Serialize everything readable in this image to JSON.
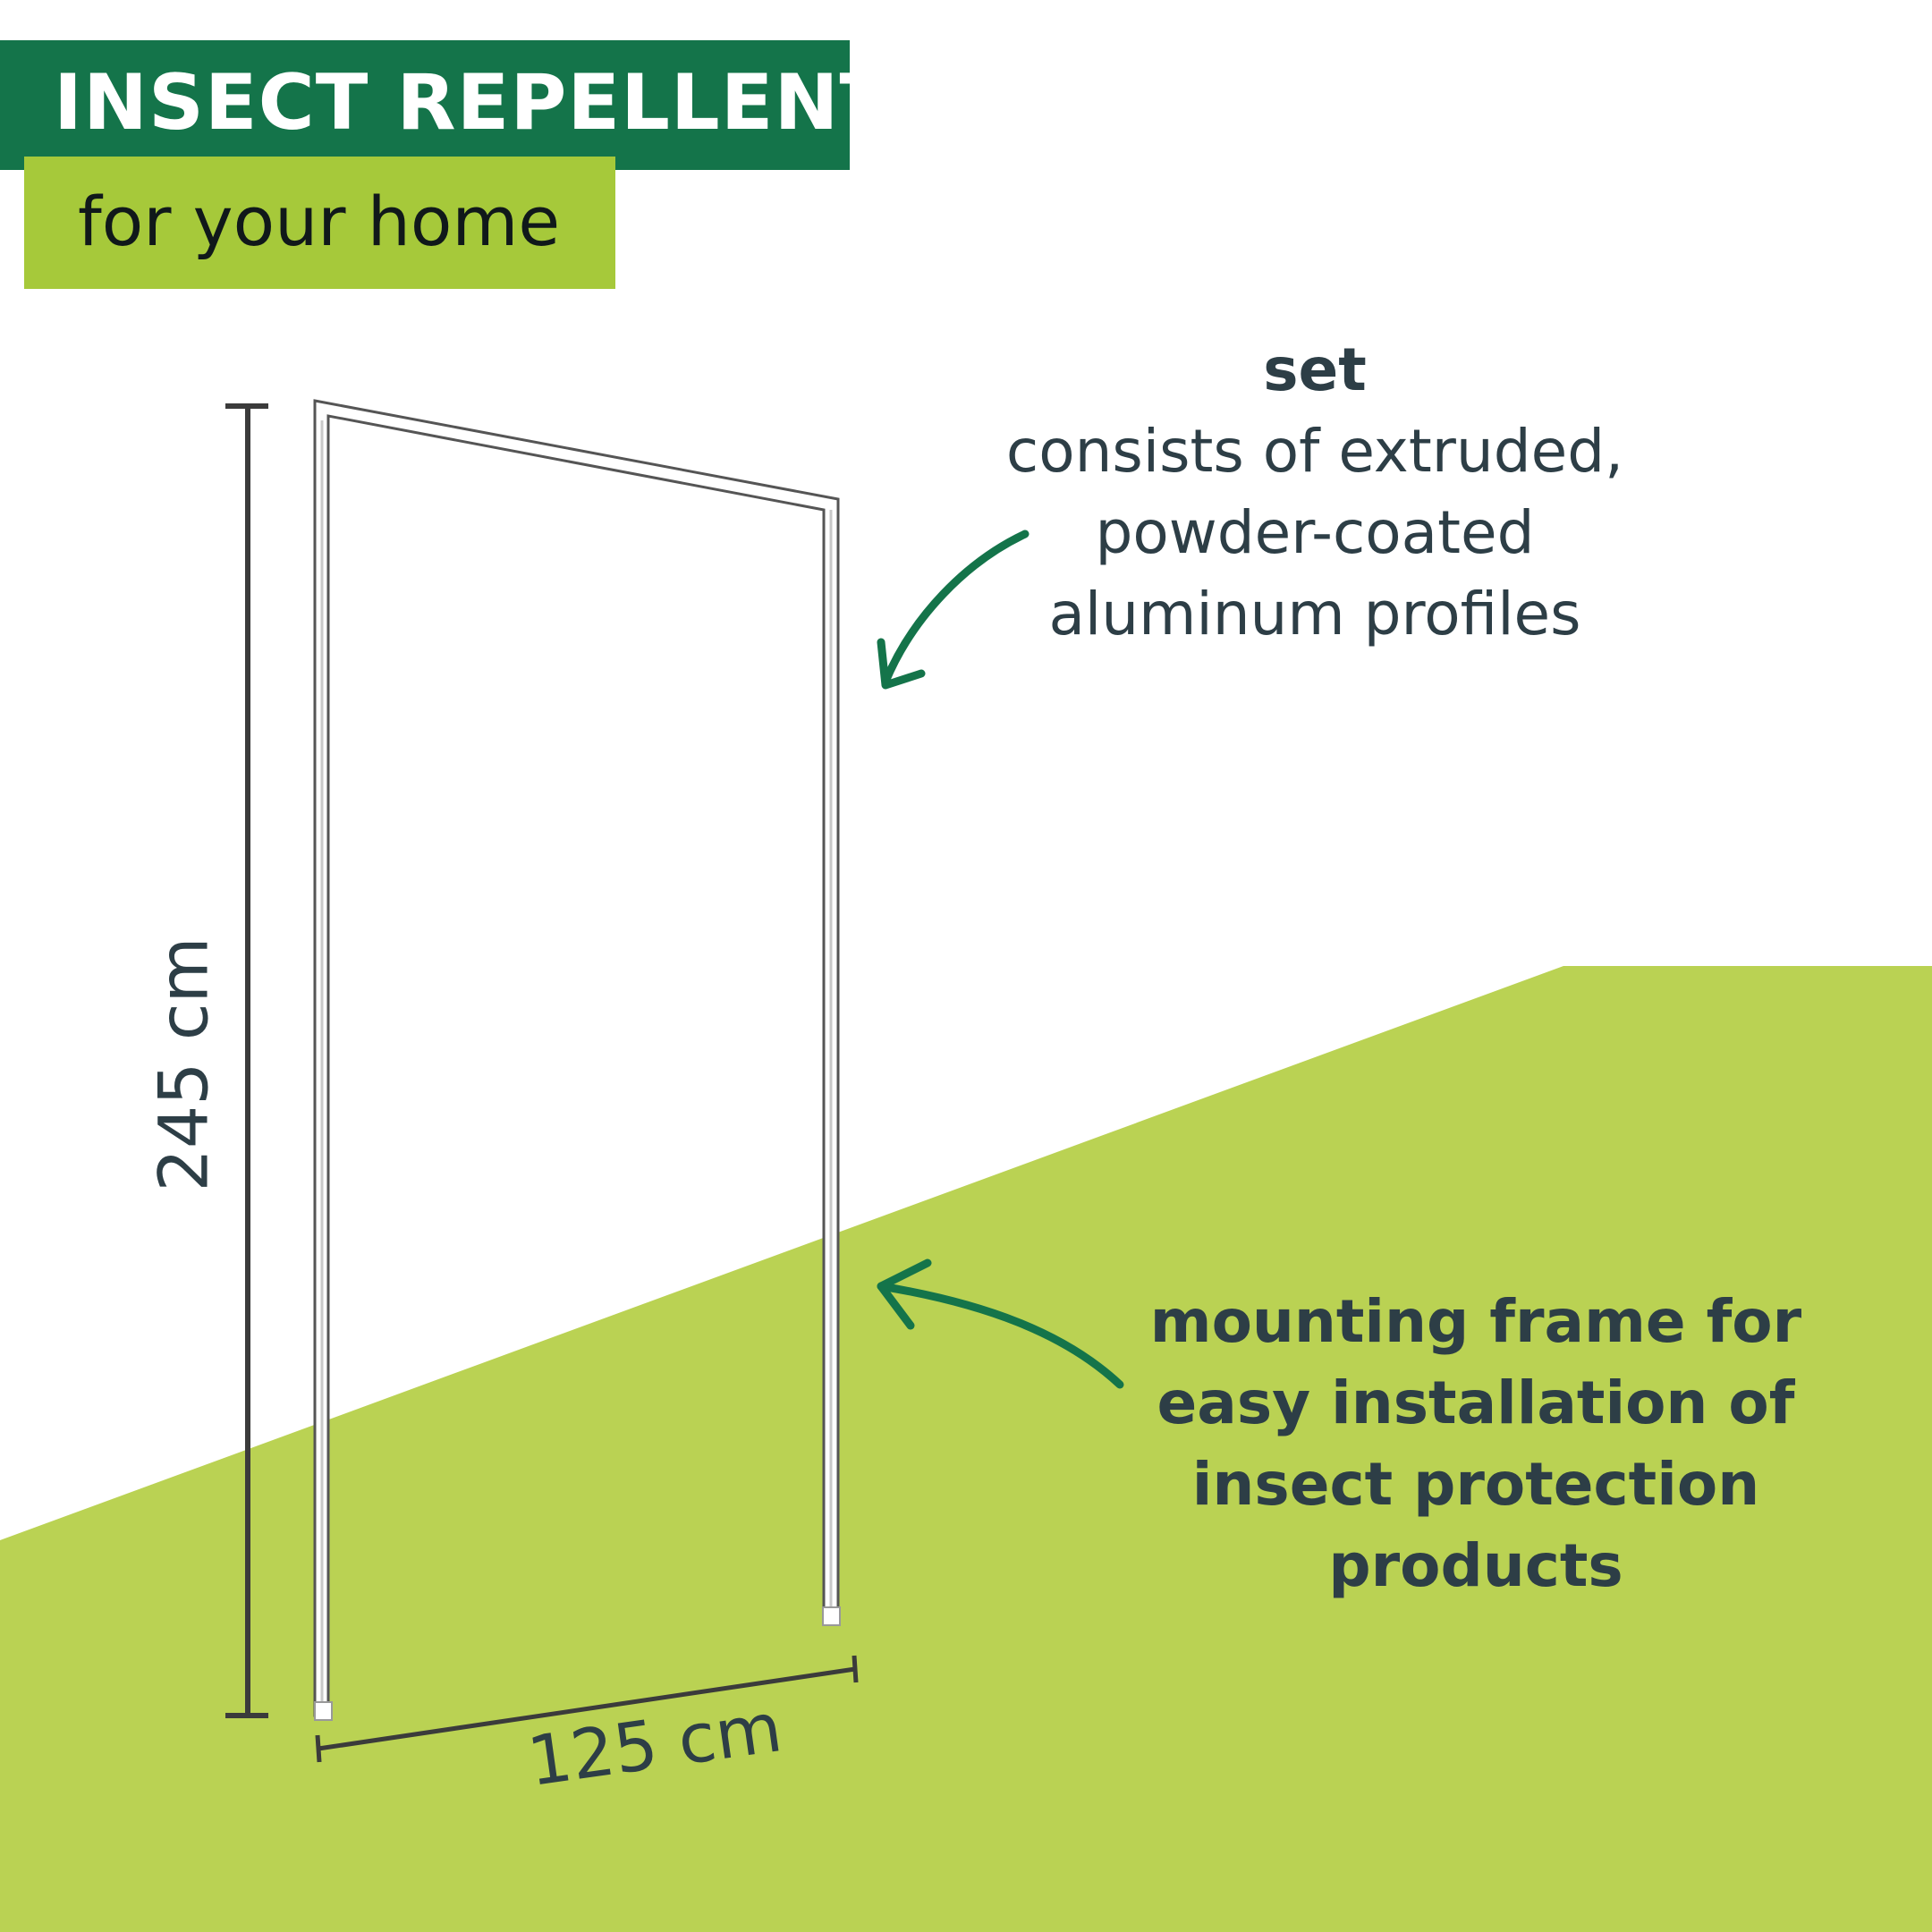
{
  "colors": {
    "dark_green": "#14744a",
    "lime": "#a6c93a",
    "ground": "#bad253",
    "text": "#2d3e46",
    "arrow": "#14744a"
  },
  "header": {
    "title": "INSECT REPELLENT",
    "subtitle": "for your home"
  },
  "callout_set": {
    "heading": "set",
    "lines": [
      "consists of extruded,",
      "powder-coated",
      "aluminum profiles"
    ]
  },
  "callout_mounting": {
    "lines": [
      "mounting frame for",
      "easy installation of",
      "insect protection",
      "products"
    ]
  },
  "dimensions": {
    "height_label": "245 cm",
    "width_label": "125 cm"
  },
  "icons": [
    "curved-arrow-icon",
    "curved-arrow-icon"
  ]
}
